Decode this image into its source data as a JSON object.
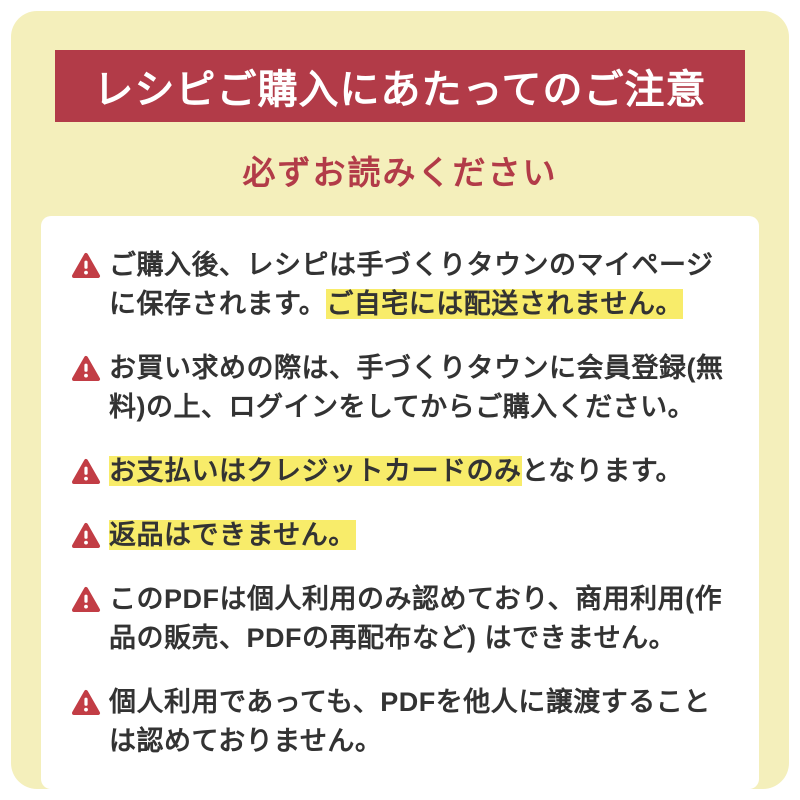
{
  "banner": {
    "title": "レシピご購入にあたってのご注意"
  },
  "subtitle": "必ずお読みください",
  "colors": {
    "page_bg": "#f4efbb",
    "banner_bg": "#b23b48",
    "card_bg": "#ffffff",
    "highlight": "#f8ec6a",
    "icon_red": "#c23d45",
    "text": "#333333"
  },
  "notices": [
    {
      "icon": "warning-triangle-icon",
      "segments": [
        {
          "text": "ご購入後、レシピは手づくりタウンのマイページに保存されます。",
          "highlight": false
        },
        {
          "text": "ご自宅には配送されません。",
          "highlight": true
        }
      ]
    },
    {
      "icon": "warning-triangle-icon",
      "segments": [
        {
          "text": "お買い求めの際は、手づくりタウンに会員登録(無料)の上、ログインをしてからご購入ください。",
          "highlight": false
        }
      ]
    },
    {
      "icon": "warning-triangle-icon",
      "segments": [
        {
          "text": "お支払いはクレジットカードのみ",
          "highlight": true
        },
        {
          "text": "となります。",
          "highlight": false
        }
      ]
    },
    {
      "icon": "warning-triangle-icon",
      "segments": [
        {
          "text": "返品はできません。",
          "highlight": true
        }
      ]
    },
    {
      "icon": "warning-triangle-icon",
      "segments": [
        {
          "text": "このPDFは個人利用のみ認めており、商用利用(作品の販売、PDFの再配布など) はできません。",
          "highlight": false
        }
      ]
    },
    {
      "icon": "warning-triangle-icon",
      "segments": [
        {
          "text": "個人利用であっても、PDFを他人に譲渡することは認めておりません。",
          "highlight": false
        }
      ]
    }
  ]
}
